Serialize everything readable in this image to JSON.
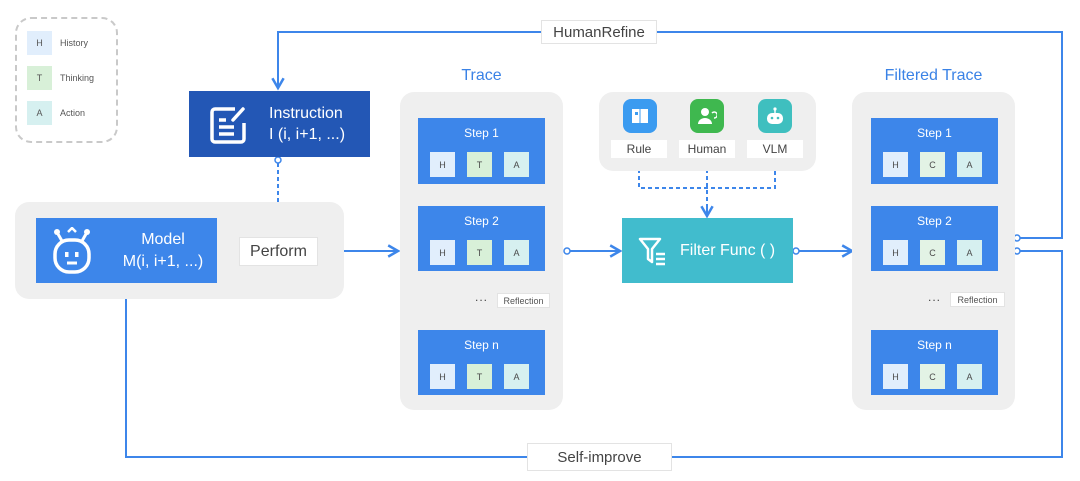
{
  "legend": {
    "items": [
      {
        "key": "H",
        "label": "History",
        "color": "#e1eefc"
      },
      {
        "key": "T",
        "label": "Thinking",
        "color": "#d8f0d8"
      },
      {
        "key": "A",
        "label": "Action",
        "color": "#d6f0f0"
      }
    ]
  },
  "instruction": {
    "title": "Instruction",
    "subtitle": "I (i, i+1, ...)",
    "icon": "document-edit-icon"
  },
  "model": {
    "title": "Model",
    "subtitle": "M(i, i+1, ...)",
    "icon": "robot-icon"
  },
  "perform": {
    "label": "Perform"
  },
  "trace": {
    "title": "Trace",
    "steps": [
      {
        "title": "Step 1",
        "chips": [
          "H",
          "T",
          "A"
        ]
      },
      {
        "title": "Step 2",
        "chips": [
          "H",
          "T",
          "A"
        ]
      },
      {
        "title": "Step n",
        "chips": [
          "H",
          "T",
          "A"
        ]
      }
    ],
    "ellipsis": "...",
    "reflection": "Reflection"
  },
  "sources": [
    {
      "label": "Rule",
      "icon": "rule-book-icon",
      "color": "#3b9bf0"
    },
    {
      "label": "Human",
      "icon": "human-icon",
      "color": "#3fb84f"
    },
    {
      "label": "VLM",
      "icon": "vlm-robot-icon",
      "color": "#3fbfbf"
    }
  ],
  "filter": {
    "label": "Filter Func ( )",
    "icon": "filter-icon"
  },
  "filtered_trace": {
    "title": "Filtered Trace",
    "steps": [
      {
        "title": "Step 1",
        "chips": [
          "H",
          "C",
          "A"
        ]
      },
      {
        "title": "Step 2",
        "chips": [
          "H",
          "C",
          "A"
        ]
      },
      {
        "title": "Step n",
        "chips": [
          "H",
          "C",
          "A"
        ]
      }
    ],
    "ellipsis": "...",
    "reflection": "Reflection"
  },
  "loops": {
    "human_refine": "HumanRefine",
    "self_improve": "Self-improve"
  },
  "colors": {
    "accent": "#3d86ea",
    "dark": "#2357b5",
    "filter": "#41bccd",
    "panel": "#efefef",
    "title": "#3a82e6"
  }
}
